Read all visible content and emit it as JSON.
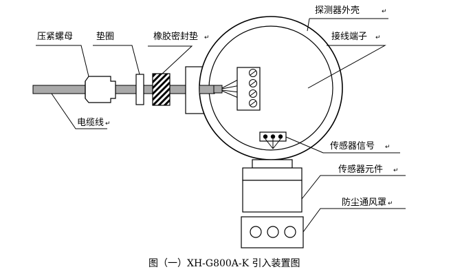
{
  "caption": "图（一）XH-G800A-K 引入装置图",
  "paragraph_mark": "↵",
  "labels": {
    "detector_housing": "探测器外壳",
    "terminal_block": "接线端子",
    "compression_nut": "压紧螺母",
    "washer": "垫圈",
    "rubber_seal": "橡胶密封垫",
    "cable": "电缆线",
    "sensor_signal": "传感器信号",
    "sensor_element": "传感器元件",
    "dust_cover": "防尘通风罩"
  }
}
